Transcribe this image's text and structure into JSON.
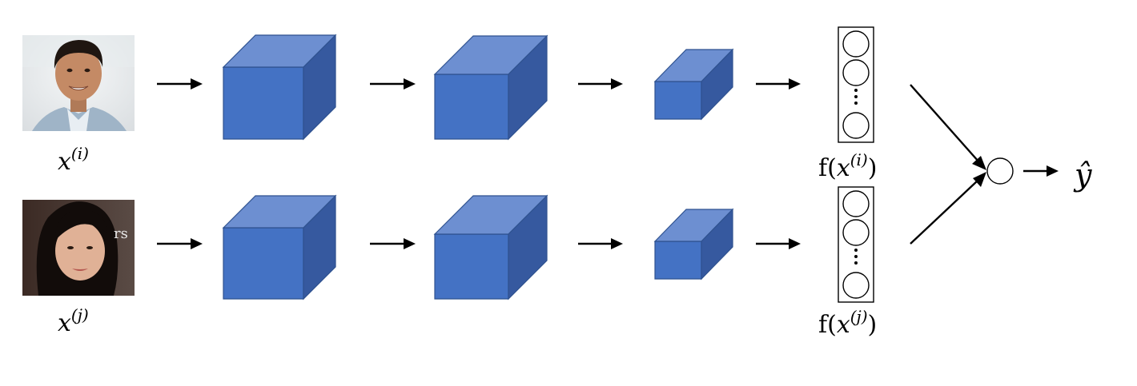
{
  "inputs": [
    {
      "name": "x",
      "sup": "(i)",
      "photo": "man-face-photo",
      "photo_text": ""
    },
    {
      "name": "x",
      "sup": "(j)",
      "photo": "woman-face-photo",
      "photo_text": "rs"
    }
  ],
  "encodings": [
    {
      "prefix": "f(",
      "var": "x",
      "sup": "(i)",
      "suffix": ")"
    },
    {
      "prefix": "f(",
      "var": "x",
      "sup": "(j)",
      "suffix": ")"
    }
  ],
  "output": {
    "label": "ŷ"
  },
  "colors": {
    "cube_front": "#4472c4",
    "cube_top": "#6d8fd1",
    "cube_side": "#36599f"
  }
}
